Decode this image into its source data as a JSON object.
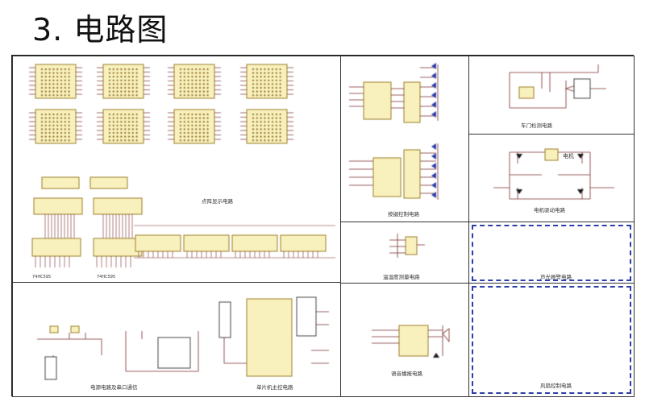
{
  "header": {
    "title": "3. 电路图"
  },
  "panels": {
    "display": {
      "caption": "点阵显示电路"
    },
    "drivers": {
      "caption": "74HC595",
      "caption2": "74HC595",
      "ic_label": "74HC595"
    },
    "keys": {
      "caption": "按键控制电路"
    },
    "temp": {
      "caption": "温湿度测量电路"
    },
    "door": {
      "caption": "车门检测电路"
    },
    "motor": {
      "caption": "电机驱动电路",
      "motor_label": "电机"
    },
    "sound": {
      "caption": "声光报警电路"
    },
    "power": {
      "caption": "电源电路及串口通信"
    },
    "mcu": {
      "caption": "单片机主控电路"
    },
    "voice": {
      "caption": "语音播报电路"
    },
    "fan": {
      "caption": "风扇控制电路"
    }
  },
  "colors": {
    "accent": "#2c3ea8",
    "chip_fill": "#f9f1bd",
    "wire": "#7a2b2b",
    "border": "#222222"
  }
}
